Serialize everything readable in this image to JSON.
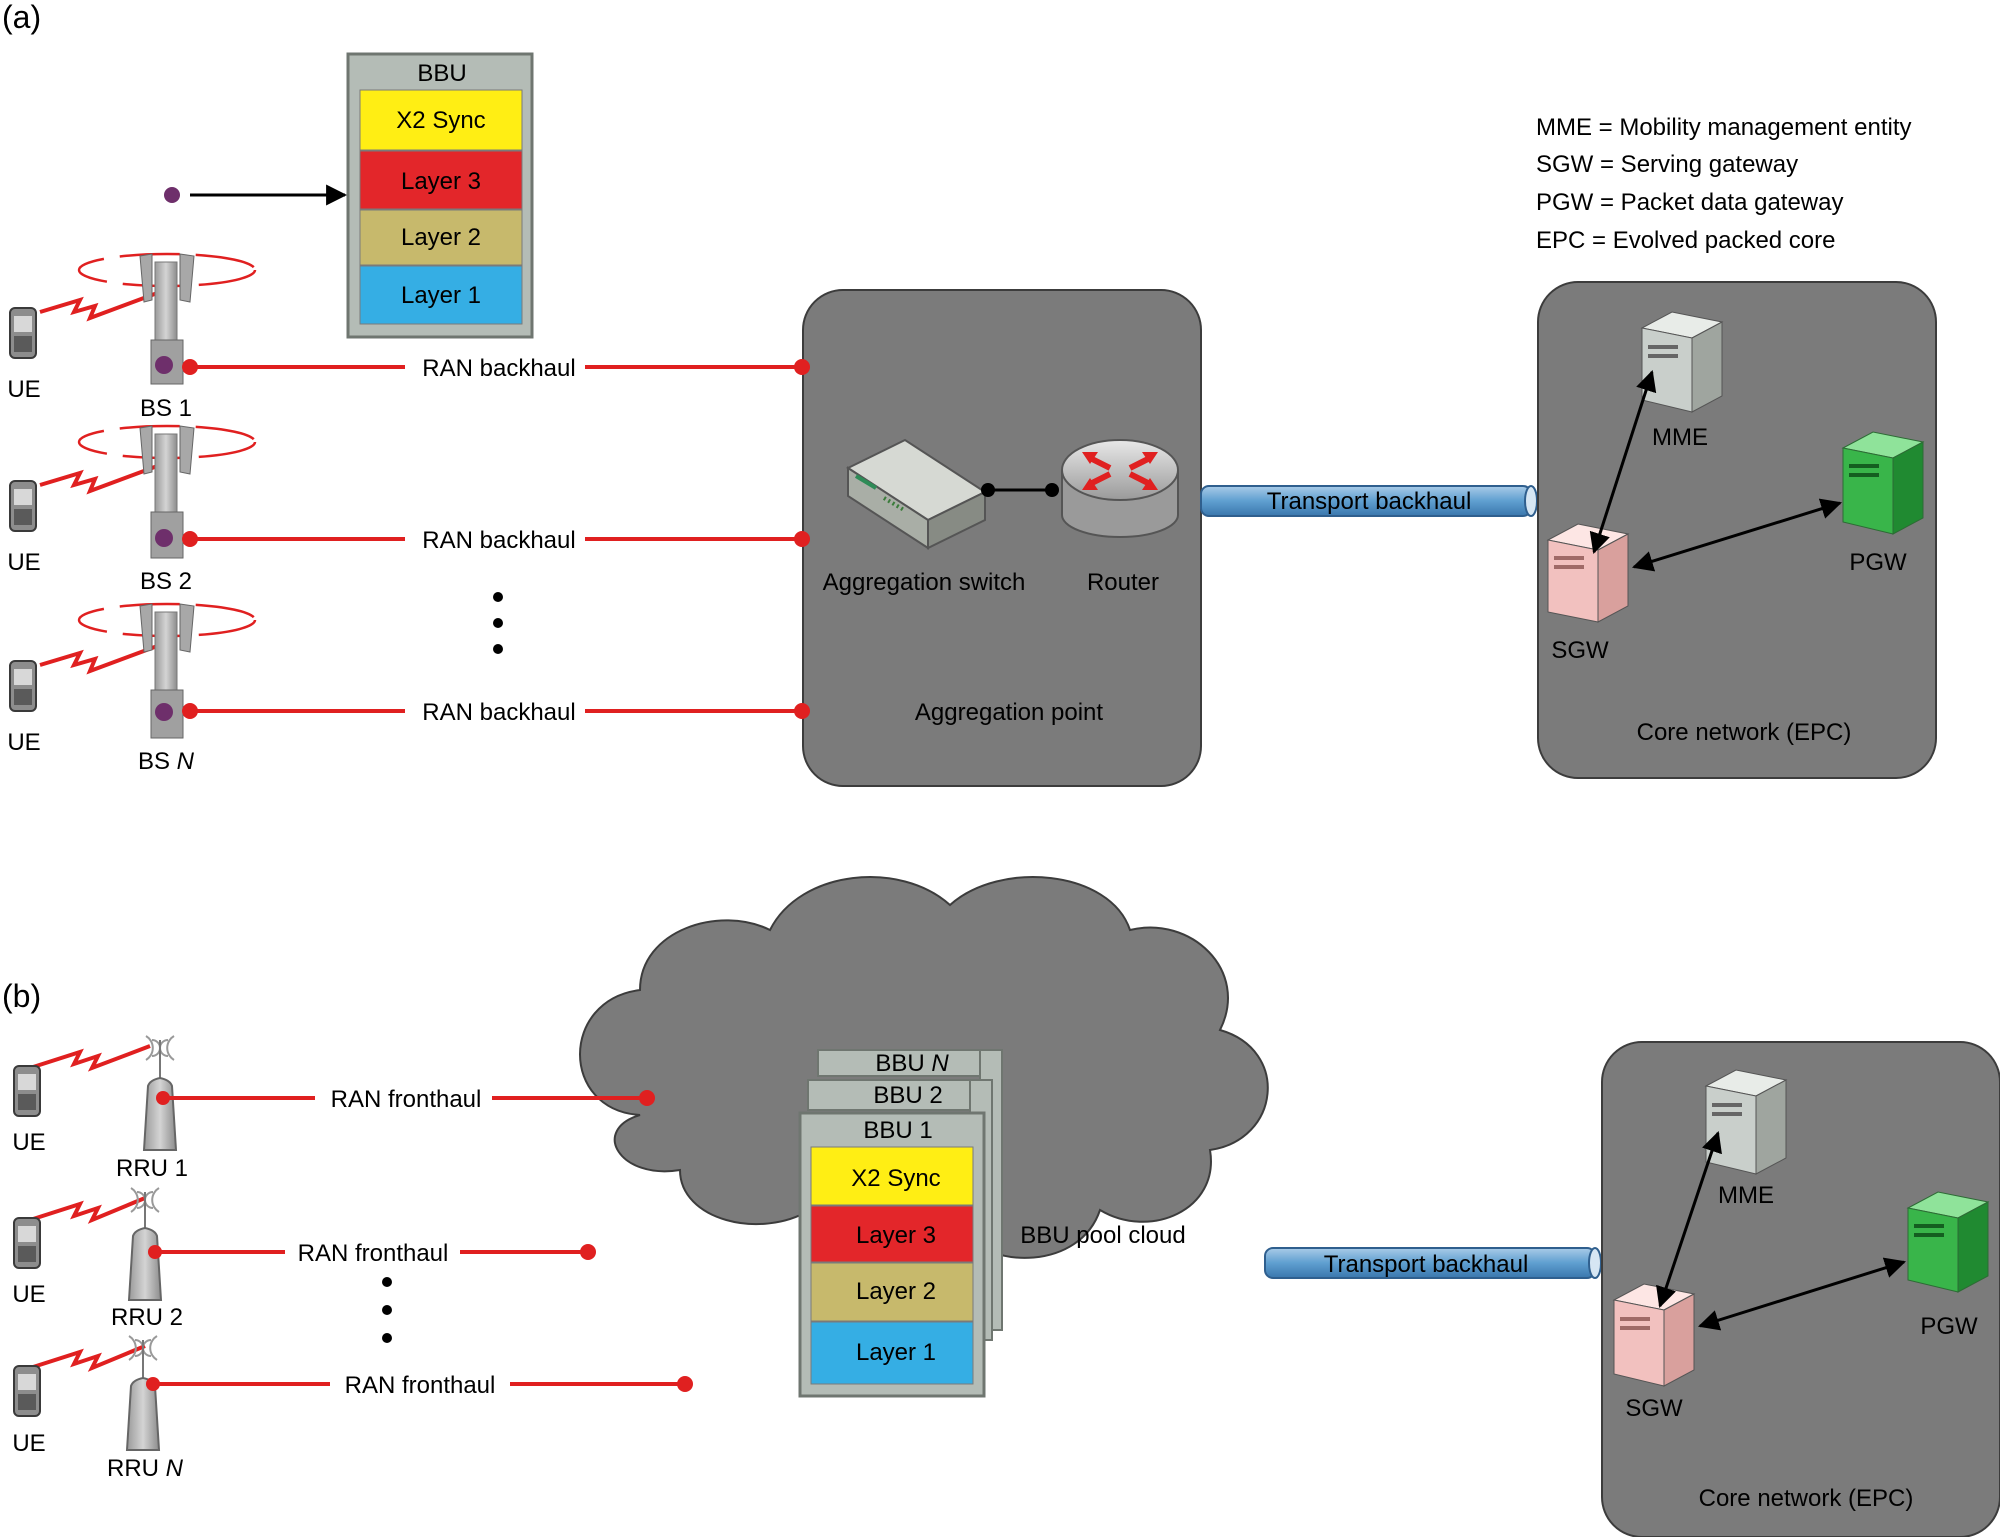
{
  "colors": {
    "link_red": "#e02020",
    "panel_gray": "#7b7b7b",
    "bbu_frame": "#b4bcb6",
    "sync_yellow": "#ffee14",
    "layer3_red": "#e3262a",
    "layer2_olive": "#c7b96c",
    "layer1_blue": "#35aee4",
    "pipe_blue": "#5f9fd0",
    "sgw_pink": "#f2c1bf",
    "pgw_green": "#39b54a",
    "mme_gray": "#c9cfcb"
  },
  "panel_a": {
    "label": "(a)",
    "bbu": {
      "title": "BBU",
      "layers": [
        "X2 Sync",
        "Layer 3",
        "Layer 2",
        "Layer 1"
      ]
    },
    "stations": [
      {
        "ue": "UE",
        "bs": "BS 1",
        "link": "RAN backhaul"
      },
      {
        "ue": "UE",
        "bs": "BS 2",
        "link": "RAN backhaul"
      },
      {
        "ue": "UE",
        "bs_prefix": "BS ",
        "bs_italic": "N",
        "link": "RAN backhaul"
      }
    ],
    "aggregation": {
      "switch": "Aggregation switch",
      "router": "Router",
      "title": "Aggregation point"
    },
    "transport": "Transport backhaul",
    "core": {
      "mme": "MME",
      "sgw": "SGW",
      "pgw": "PGW",
      "title": "Core network (EPC)"
    },
    "legend": [
      "MME = Mobility management entity",
      "SGW = Serving gateway",
      "PGW = Packet data gateway",
      "EPC = Evolved packed core"
    ]
  },
  "panel_b": {
    "label": "(b)",
    "rrus": [
      {
        "ue": "UE",
        "rru": "RRU 1",
        "link": "RAN fronthaul"
      },
      {
        "ue": "UE",
        "rru": "RRU 2",
        "link": "RAN fronthaul"
      },
      {
        "ue": "UE",
        "rru_prefix": "RRU ",
        "rru_italic": "N",
        "link": "RAN fronthaul"
      }
    ],
    "bbu_stack": {
      "back_prefix": "BBU ",
      "back_italic": "N",
      "middle": "BBU 2",
      "front": "BBU 1",
      "layers": [
        "X2 Sync",
        "Layer 3",
        "Layer 2",
        "Layer 1"
      ]
    },
    "cloud": "BBU pool cloud",
    "transport": "Transport backhaul",
    "core": {
      "mme": "MME",
      "sgw": "SGW",
      "pgw": "PGW",
      "title": "Core network (EPC)"
    }
  }
}
